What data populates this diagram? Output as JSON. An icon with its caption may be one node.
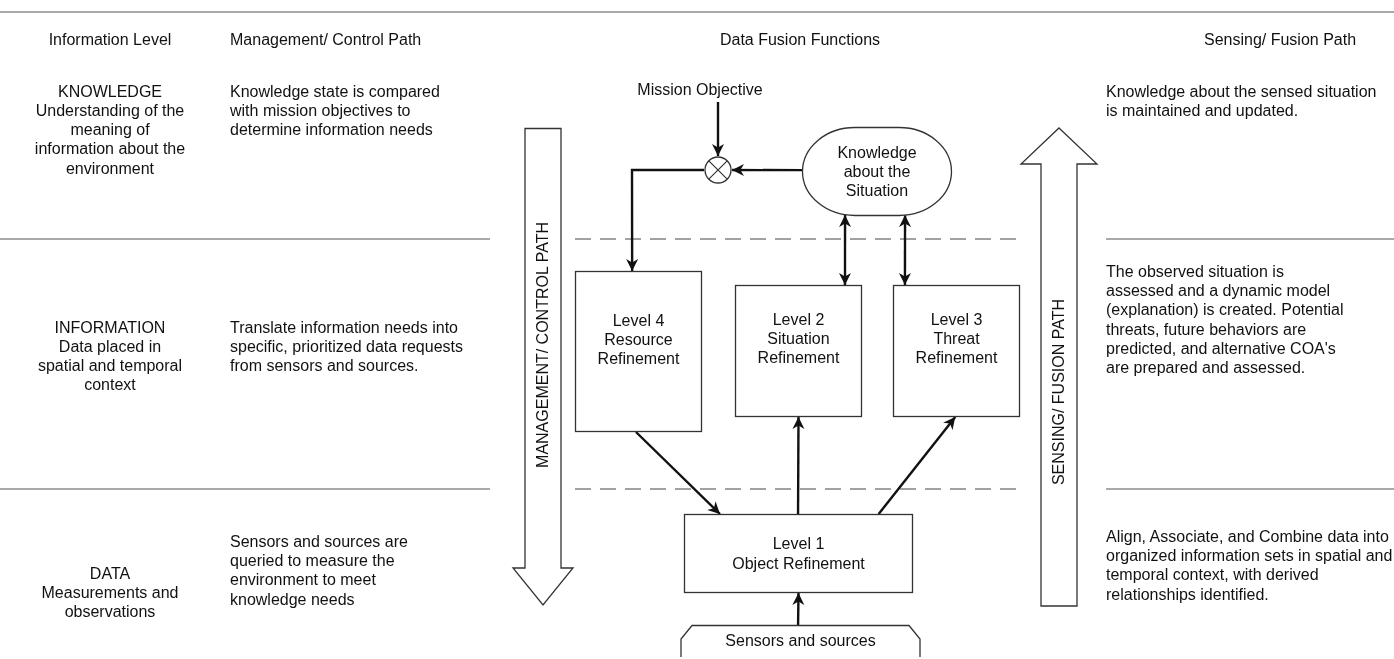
{
  "diagram": {
    "nodes": [
      {
        "text": [
          "Mission Objective"
        ]
      },
      {
        "text": [],
        "shape": "circle"
      },
      {
        "text": [
          "Knowledge about the Situation"
        ]
      },
      {
        "text": [
          "Level 4",
          "Resource Refinement"
        ]
      },
      {
        "text": [
          "Level 2",
          "Situation Refinement"
        ]
      },
      {
        "text": [
          "Level 3",
          "Threat Refinement"
        ]
      },
      {
        "text": [
          "Level 1",
          "Object Refinement"
        ]
      },
      {
        "text": [
          "Sensors and sources"
        ]
      },
      {
        "text": [
          "MANAGEMENT/ CONTROL PATH"
        ]
      },
      {
        "text": [
          "SENSING/ FUSION PATH"
        ]
      }
    ],
    "edges": [
      {
        "from": 0,
        "to": 1,
        "arrow": "to"
      },
      {
        "from": 2,
        "to": 1,
        "arrow": "to"
      },
      {
        "from": 1,
        "to": 3,
        "arrow": "to"
      },
      {
        "from": 2,
        "to": 4,
        "arrow": "both"
      },
      {
        "from": 2,
        "to": 5,
        "arrow": "both"
      },
      {
        "from": 3,
        "to": 6,
        "arrow": "to"
      },
      {
        "from": 6,
        "to": 4,
        "arrow": "to"
      },
      {
        "from": 6,
        "to": 5,
        "arrow": "to"
      },
      {
        "from": 7,
        "to": 6,
        "arrow": "to"
      }
    ],
    "labels": [
      "Information Level",
      "Management/ Control Path",
      "Data Fusion Functions",
      "Sensing/ Fusion Path",
      "KNOWLEDGE",
      "Understanding of the meaning of information about the environment",
      "Knowledge state is compared with mission objectives to determine information needs",
      "Knowledge about the sensed situation is maintained and updated.",
      "INFORMATION",
      "Data placed in spatial and temporal context",
      "Translate information needs into specific, prioritized data requests from sensors and sources.",
      "The observed situation is assessed and a dynamic model (explanation) is created. Potential threats, future behaviors are predicted, and alternative COA's are prepared and assessed.",
      "DATA",
      "Measurements and observations",
      "Sensors and sources are queried to measure the environment to meet knowledge needs",
      "Align, Associate, and Combine data into organized information sets in spatial and temporal context, with derived relationships identified."
    ]
  }
}
